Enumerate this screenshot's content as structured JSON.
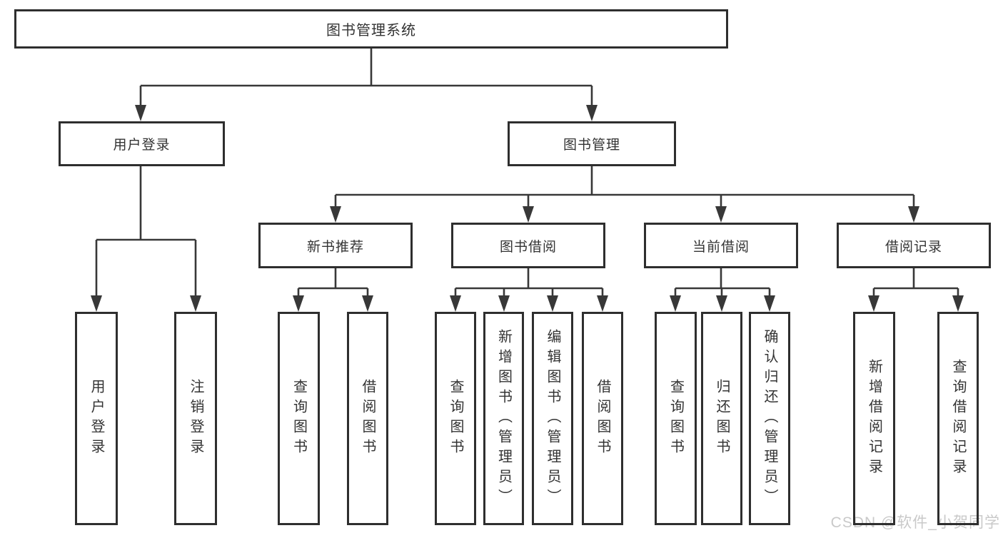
{
  "diagram": {
    "root": {
      "label": "图书管理系统"
    },
    "branches": [
      {
        "label": "用户登录",
        "children": [
          {
            "label": "用户登录"
          },
          {
            "label": "注销登录"
          }
        ]
      },
      {
        "label": "图书管理",
        "children": [
          {
            "label": "新书推荐",
            "children": [
              {
                "label": "查询图书"
              },
              {
                "label": "借阅图书"
              }
            ]
          },
          {
            "label": "图书借阅",
            "children": [
              {
                "label": "查询图书"
              },
              {
                "label": "新增图书（管理员）"
              },
              {
                "label": "编辑图书（管理员）"
              },
              {
                "label": "借阅图书"
              }
            ]
          },
          {
            "label": "当前借阅",
            "children": [
              {
                "label": "查询图书"
              },
              {
                "label": "归还图书"
              },
              {
                "label": "确认归还（管理员）"
              }
            ]
          },
          {
            "label": "借阅记录",
            "children": [
              {
                "label": "新增借阅记录"
              },
              {
                "label": "查询借阅记录"
              }
            ]
          }
        ]
      }
    ]
  },
  "watermark": {
    "text": "CSDN @软件_小贺同学"
  },
  "colors": {
    "line": "#383838",
    "box_border": "#2e2e2e",
    "text": "#333333",
    "background": "#ffffff",
    "watermark": "#c9c9c9"
  }
}
